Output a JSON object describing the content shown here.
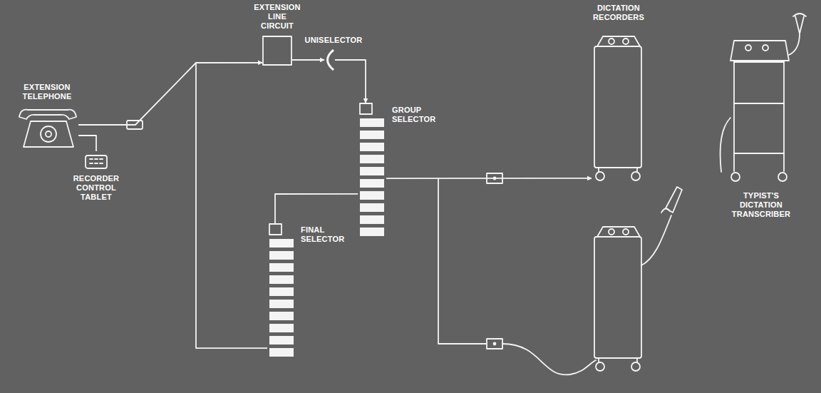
{
  "diagram": {
    "nodes": [
      {
        "text": [
          "EXTENSION TELEPHONE"
        ]
      },
      {
        "text": [
          "RECORDER CONTROL TABLET"
        ]
      },
      {
        "text": [
          "EXTENSION LINE CIRCUIT"
        ]
      },
      {
        "text": [
          "UNISELECTOR"
        ]
      },
      {
        "text": [
          "GROUP SELECTOR"
        ]
      },
      {
        "text": [
          "FINAL SELECTOR"
        ]
      },
      {
        "text": [
          "DICTATION RECORDERS"
        ]
      },
      {
        "text": [
          "TYPIST'S DICTATION TRANSCRIBER"
        ]
      }
    ],
    "edges": [
      {
        "from": 0,
        "to": 2,
        "arrow": "to"
      },
      {
        "from": 1,
        "to": 0,
        "arrow": "none"
      },
      {
        "from": 2,
        "to": 3,
        "arrow": "to"
      },
      {
        "from": 3,
        "to": 4,
        "arrow": "to"
      },
      {
        "from": 4,
        "to": 6,
        "arrow": "to"
      },
      {
        "from": 4,
        "to": 5,
        "arrow": "none"
      },
      {
        "from": 5,
        "to": 2,
        "arrow": "none"
      }
    ]
  }
}
